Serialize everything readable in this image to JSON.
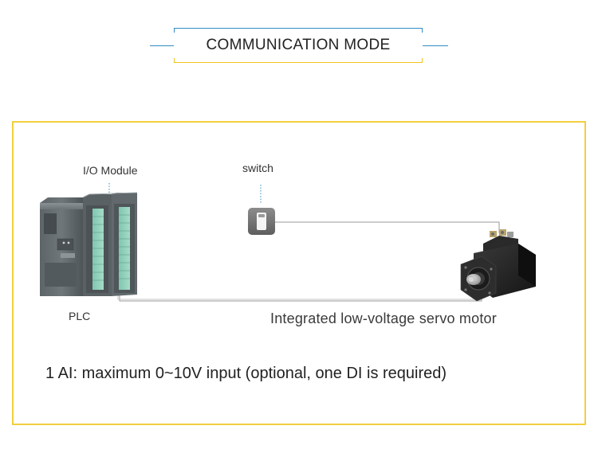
{
  "title": "COMMUNICATION MODE",
  "labels": {
    "io_module": "I/O Module",
    "switch": "switch",
    "plc": "PLC",
    "motor": "Integrated low-voltage servo motor"
  },
  "note": "1 AI: maximum 0~10V input (optional, one DI is required)",
  "colors": {
    "accent_blue": "#2f8cc3",
    "accent_yellow": "#f2cf3d"
  }
}
